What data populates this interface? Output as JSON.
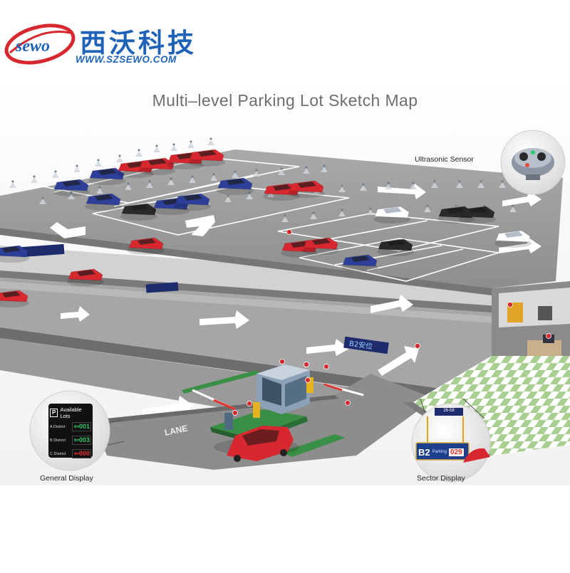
{
  "logo": {
    "mark_text": "sewo",
    "company_name": "西沃科技",
    "url": "WWW.SZSEWO.COM"
  },
  "title": "Multi–level Parking Lot Sketch Map",
  "captions": {
    "ultrasonic_sensor": "Ultrasonic Sensor",
    "general_display": "General Display",
    "sector_display": "Sector Display"
  },
  "general_display": {
    "header": "Available Lots",
    "rows": [
      {
        "district": "A District",
        "count": "001"
      },
      {
        "district": "B District",
        "count": "003"
      },
      {
        "district": "C District",
        "count": "000"
      }
    ]
  },
  "sector_display": {
    "sign_code": "26-58",
    "level_code": "B2",
    "sub_label": "Parking",
    "count": "029"
  },
  "scene_signs": {
    "b2_sign": "B2安位",
    "entry_marking": "LANE"
  },
  "colors": {
    "brand_blue": "#1f63b8",
    "brand_red": "#d7282f",
    "floor_gray": "#9c9c9c",
    "ceiling_gray": "#c4c4c4",
    "road_arrow": "#ffffff",
    "display_green": "#35c46a",
    "display_red": "#e2322e"
  }
}
